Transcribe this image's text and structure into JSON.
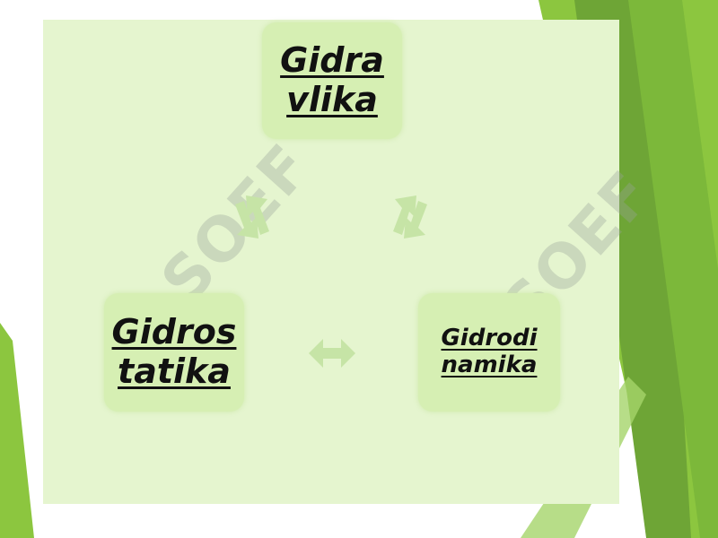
{
  "diagram": {
    "nodes": [
      {
        "id": "top",
        "lines": [
          "Gidra",
          "vlika"
        ]
      },
      {
        "id": "left",
        "lines": [
          "Gidros",
          "tatika"
        ]
      },
      {
        "id": "right",
        "lines": [
          "Gidrodi",
          "namika"
        ]
      }
    ]
  },
  "watermark": {
    "text": "SOEF"
  },
  "colors": {
    "panel": "#e5f5cf",
    "node": "#d6efb3",
    "arrow": "#c6e4a6",
    "accent_light": "#8cc63f",
    "accent_dark": "#5a9a2a"
  }
}
